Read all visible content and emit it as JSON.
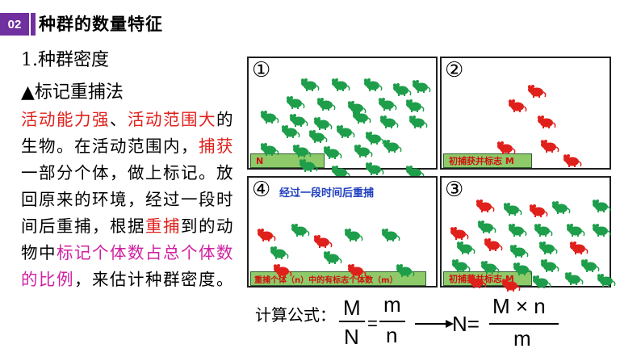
{
  "header": {
    "badge": "02",
    "title": "种群的数量特征"
  },
  "subtitle": "1.种群密度",
  "method": "▲标记重捕法",
  "paragraph": {
    "p1": "活动能力强",
    "p2": "、",
    "p3": "活动范围大",
    "p4": "的生物。在活动范围内，",
    "p5": "捕获",
    "p6": "一部分个体，做上标记。放回原来的环境，经过一段时间后重捕，根据",
    "p7": "重捕",
    "p8": "到的动物中",
    "p9": "标记个体数占总个体数的比例",
    "p10": "，来估计种群密度。"
  },
  "panels": [
    {
      "num": "①",
      "label": "N"
    },
    {
      "num": "②",
      "label": "初捕获并标志  M"
    },
    {
      "num": "④",
      "label": "重捕个体（n）中的有标志个体数（m）",
      "note": "经过一段时间后重捕"
    },
    {
      "num": "③",
      "label": "初捕获并标志  M"
    }
  ],
  "formula": {
    "label": "计算公式：",
    "lhs_num": "M",
    "lhs_den": "N",
    "eq": "=",
    "rhs_num": "m",
    "rhs_den": "n",
    "result_lhs": "N=",
    "result_num": "M × n",
    "result_den": "m"
  },
  "colors": {
    "accent": "#7030a0",
    "red": "#e0201b",
    "pink": "#d020a0",
    "mouse_green": "#1e9e4a",
    "mouse_red": "#e0201b",
    "label_bg": "#8fca6a"
  }
}
